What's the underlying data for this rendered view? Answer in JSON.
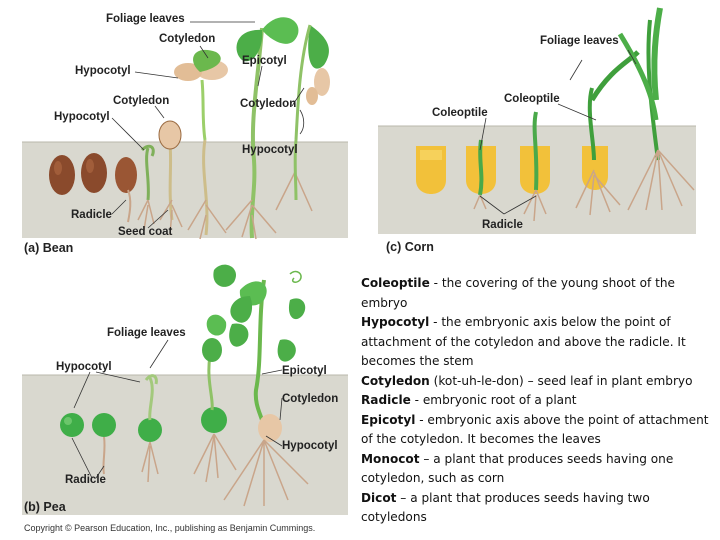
{
  "panels": {
    "bean": {
      "caption": "(a) Bean",
      "labels": {
        "foliage_leaves": "Foliage leaves",
        "cotyledon_top": "Cotyledon",
        "hypocotyl_1": "Hypocotyl",
        "epicotyl": "Epicotyl",
        "cotyledon_mid": "Cotyledon",
        "hypocotyl_2": "Hypocotyl",
        "cotyledon_right": "Cotyledon",
        "hypocotyl_right": "Hypocotyl",
        "radicle": "Radicle",
        "seed_coat": "Seed coat"
      }
    },
    "corn": {
      "caption": "(c) Corn",
      "labels": {
        "foliage_leaves": "Foliage leaves",
        "coleoptile_right": "Coleoptile",
        "coleoptile_left": "Coleoptile",
        "radicle": "Radicle"
      }
    },
    "pea": {
      "caption": "(b) Pea",
      "labels": {
        "foliage_leaves": "Foliage leaves",
        "hypocotyl_left": "Hypocotyl",
        "epicotyl": "Epicotyl",
        "cotyledon": "Cotyledon",
        "hypocotyl_right": "Hypocotyl",
        "radicle": "Radicle"
      }
    }
  },
  "copyright": "Copyright © Pearson Education, Inc., publishing as Benjamin Cummings.",
  "glossary": [
    {
      "term": "Coleoptile",
      "definition": " - the covering of the young shoot of the embryo"
    },
    {
      "term": "Hypocotyl",
      "definition": " - the embryonic axis below the point of attachment of the cotyledon and above the radicle. It becomes the stem"
    },
    {
      "term": "Cotyledon",
      "definition": " (kot-uh-le-don) – seed leaf in plant embryo"
    },
    {
      "term": "Radicle",
      "definition": " - embryonic root of a plant"
    },
    {
      "term": "Epicotyl",
      "definition": " - embryonic axis above the point of attachment of the cotyledon. It becomes the leaves"
    },
    {
      "term": "Monocot",
      "definition": " – a plant that produces seeds having one cotyledon, such as corn"
    },
    {
      "term": "Dicot",
      "definition": " – a plant that produces seeds having two cotyledons"
    }
  ],
  "colors": {
    "soil": "#d9d8cf",
    "leaf_green": "#3f9f3c",
    "bean_brown": "#8a4a2c",
    "corn_yellow": "#f2c13a",
    "root": "#c9a58a",
    "cotyledon_tan": "#e7c7a6"
  }
}
